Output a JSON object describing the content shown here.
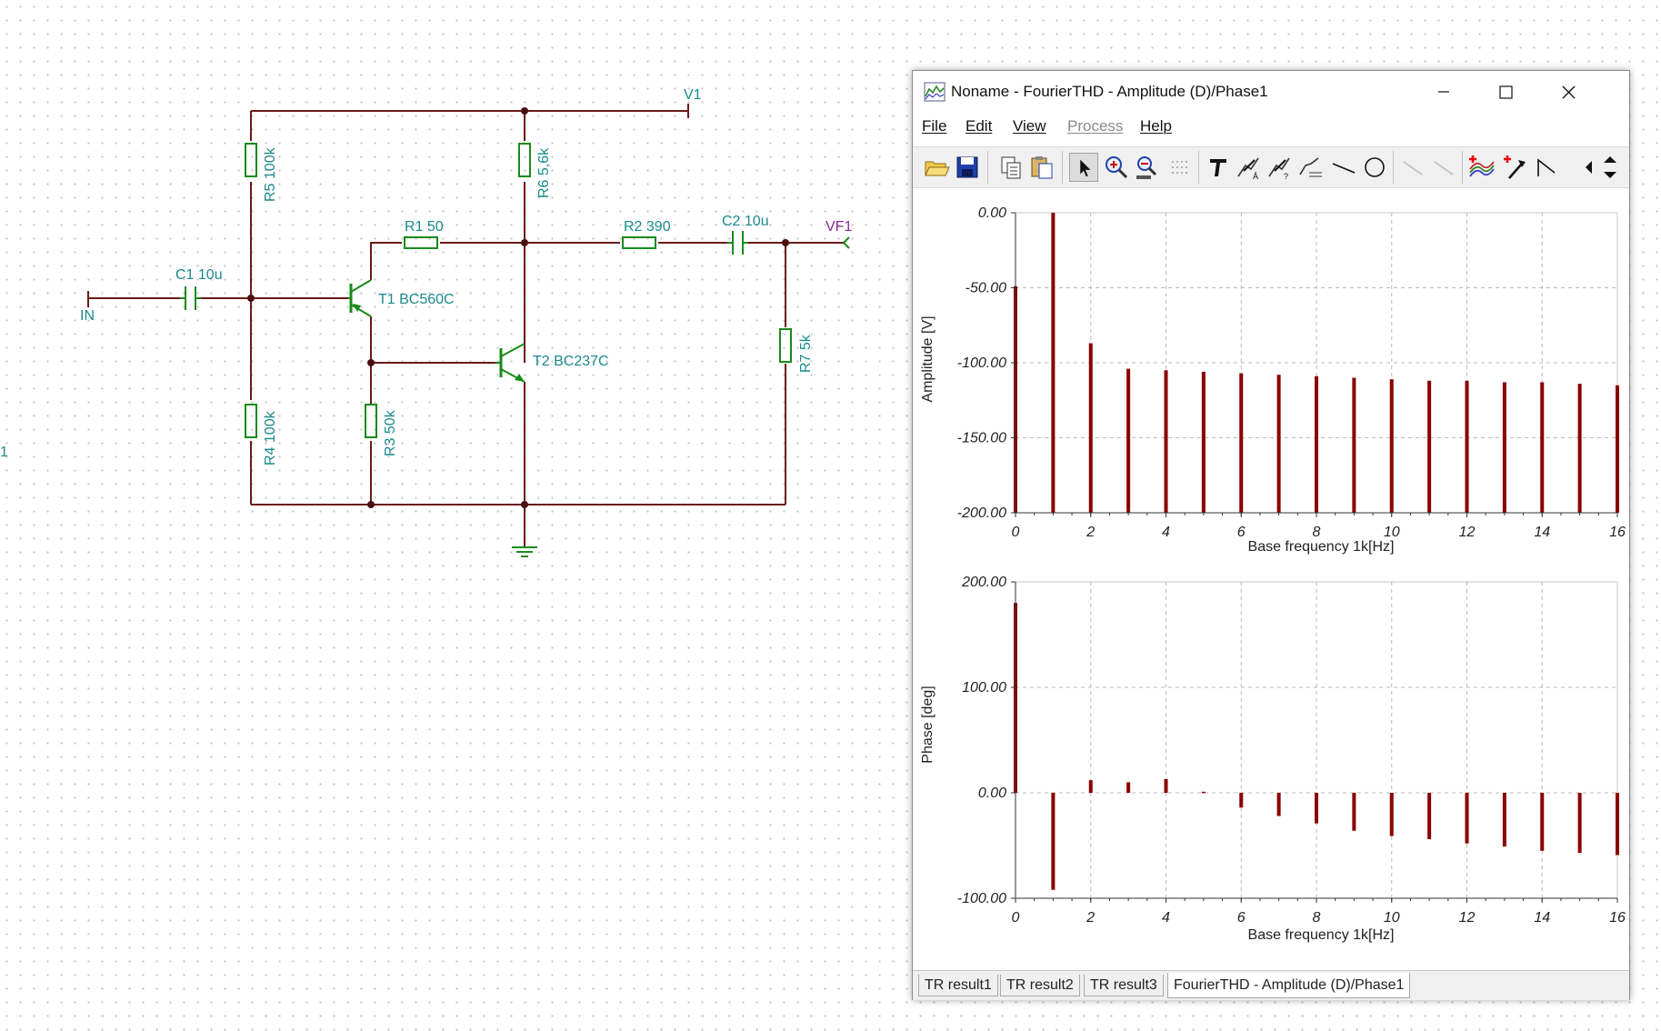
{
  "schematic": {
    "labels": {
      "v1": "V1",
      "vf1": "VF1",
      "in": "IN",
      "edge": "1",
      "r5": "R5 100k",
      "r6": "R6 5,6k",
      "r1": "R1 50",
      "r2": "R2 390",
      "c1": "C1 10u",
      "c2": "C2 10u",
      "t1": "T1 BC560C",
      "t2": "T2 BC237C",
      "r7": "R7 5k",
      "r4": "R4 100k",
      "r3": "R3 50k"
    },
    "colors": {
      "wire": "#6b1a1a",
      "component": "#1a8a1a",
      "label": "#1a8a8a",
      "probe": "#8a2a9a"
    }
  },
  "window": {
    "title": "Noname - FourierTHD - Amplitude (D)/Phase1",
    "menu": [
      {
        "label": "File",
        "enabled": true
      },
      {
        "label": "Edit",
        "enabled": true
      },
      {
        "label": "View",
        "enabled": true
      },
      {
        "label": "Process",
        "enabled": false
      },
      {
        "label": "Help",
        "enabled": true
      }
    ],
    "toolbar_icons": [
      "open-folder-icon",
      "save-icon",
      "copy-icon",
      "paste-icon",
      "pointer-icon",
      "zoom-in-icon",
      "zoom-100-icon",
      "grid-icon",
      "text-icon",
      "cursor-a-icon",
      "cursor-b-icon",
      "line-style-icon",
      "line-icon",
      "circle-icon",
      "arrow-disabled-icon",
      "arrow2-disabled-icon",
      "add-curve-icon",
      "add-marker-icon",
      "arrow-tool-icon",
      "scroll-left-icon",
      "scroll-updown-icon"
    ],
    "tabs": [
      "TR result1",
      "TR result2",
      "TR result3",
      "FourierTHD - Amplitude (D)/Phase1"
    ],
    "active_tab": 3
  },
  "chart_data": [
    {
      "type": "bar",
      "xlabel": "Base frequency 1k[Hz]",
      "ylabel": "Amplitude [V]",
      "xlim": [
        0,
        16
      ],
      "ylim": [
        -200,
        0
      ],
      "xticks": [
        "0",
        "2",
        "4",
        "6",
        "8",
        "10",
        "12",
        "14",
        "16"
      ],
      "yticks": [
        "0.00",
        "-50.00",
        "-100.00",
        "-150.00",
        "-200.00"
      ],
      "grid": true,
      "color": "#8b0000",
      "x": [
        0,
        1,
        2,
        3,
        4,
        5,
        6,
        7,
        8,
        9,
        10,
        11,
        12,
        13,
        14,
        15,
        16
      ],
      "values": [
        -49,
        0,
        -87,
        -104,
        -105,
        -106,
        -107,
        -108,
        -109,
        -110,
        -111,
        -112,
        -112,
        -113,
        -113,
        -114,
        -115
      ]
    },
    {
      "type": "bar",
      "xlabel": "Base frequency 1k[Hz]",
      "ylabel": "Phase [deg]",
      "xlim": [
        0,
        16
      ],
      "ylim": [
        -100,
        200
      ],
      "xticks": [
        "0",
        "2",
        "4",
        "6",
        "8",
        "10",
        "12",
        "14",
        "16"
      ],
      "yticks": [
        "200.00",
        "100.00",
        "0.00",
        "-100.00"
      ],
      "grid": true,
      "color": "#8b0000",
      "x": [
        0,
        1,
        2,
        3,
        4,
        5,
        6,
        7,
        8,
        9,
        10,
        11,
        12,
        13,
        14,
        15,
        16
      ],
      "values": [
        180,
        -92,
        12,
        10,
        13,
        1,
        -14,
        -22,
        -29,
        -36,
        -41,
        -44,
        -48,
        -51,
        -55,
        -57,
        -59
      ]
    }
  ]
}
